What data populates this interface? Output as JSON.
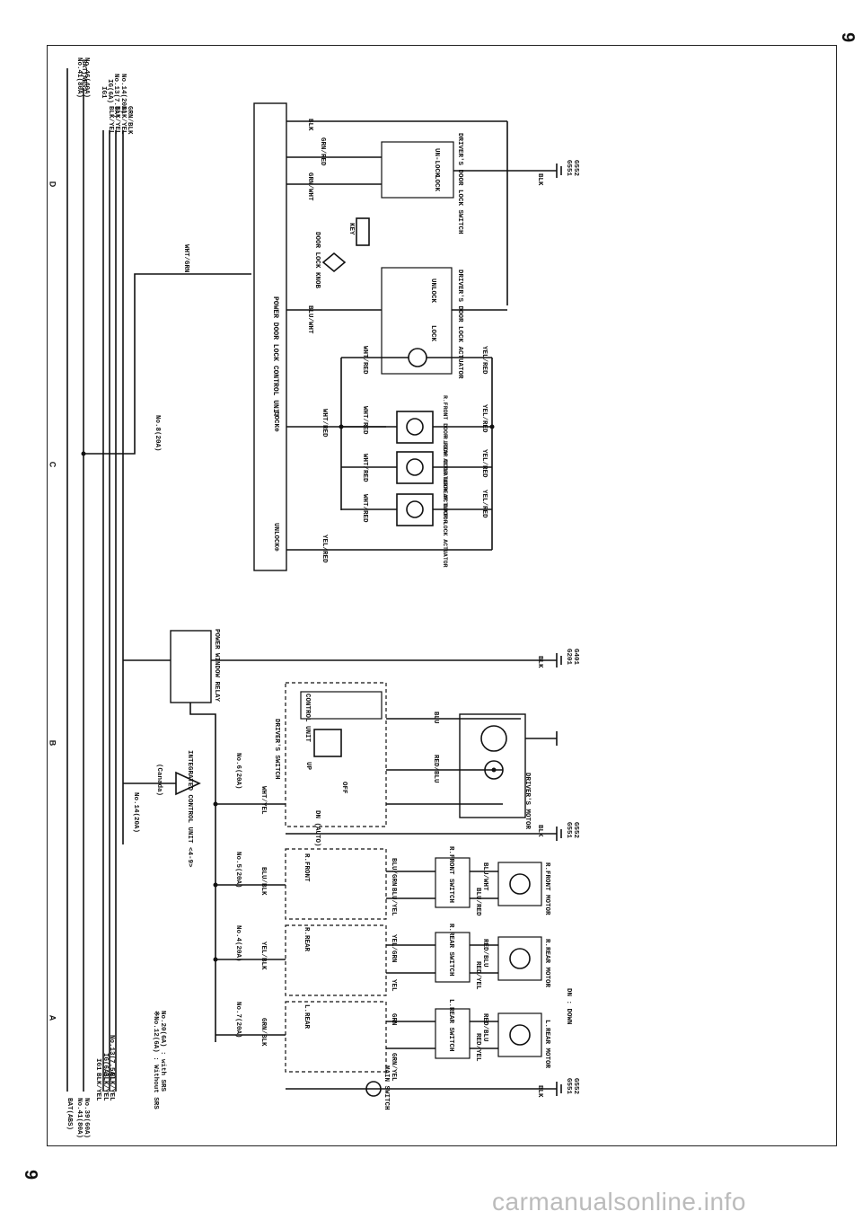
{
  "page_number": "9",
  "zones": [
    "D",
    "C",
    "B",
    "A"
  ],
  "supply": {
    "top": [
      "BAT(ABS)",
      "No.41(80A)",
      "No.46(40A)",
      "BLK/YEL",
      "IG1",
      "BLK/YEL",
      "IG(6A)",
      "BLK/YEL",
      "No.13(7.5A)",
      "GRN/BLK",
      "No.14(20A)"
    ],
    "bottom": [
      "BAT(ABS)",
      "No.41(80A)",
      "No.39(60A)",
      "IG1",
      "BLK/YEL",
      "IG(6A)",
      "BLK/YEL",
      "No.13(7.5A)",
      "BLK/YEL"
    ]
  },
  "door_lock": {
    "control_unit": "POWER DOOR LOCK CONTROL UNIT",
    "unlock_terminal": "UNLOCK⊕",
    "lock_terminal": "LOCK⊕",
    "fuse": "No.8(20A)",
    "wire_feed": "WHT/GRN",
    "wires": [
      "BLK",
      "GRN/WHT",
      "GRN/RED",
      "BLU/WHT",
      "WHT/RED",
      "YEL/RED"
    ],
    "key_label": "KEY",
    "knob_label": "DOOR LOCK KNOB",
    "lock_switch": {
      "name": "DRIVER'S DOOR LOCK SWITCH",
      "lock": "LOCK",
      "unlock": "UN-LOCK"
    },
    "driver_actuator": {
      "name": "DRIVER'S DOOR LOCK ACTUATOR",
      "lock": "LOCK",
      "unlock": "UNLOCK"
    },
    "actuators": [
      "R.FRONT DOOR LOCK ACTUATOR",
      "R.REAR DOOR LOCK ACTUATOR",
      "L.REAR DOOR LOCK ACTUATOR"
    ],
    "grounds": [
      "G551",
      "G552"
    ]
  },
  "power_window": {
    "relay": "POWER WINDOW RELAY",
    "integrated_unit": "INTEGRATED CONTROL UNIT <4-9>",
    "canada": "(Canada)",
    "fuse_relay": "No.14(20A)",
    "fuses": [
      "No.6(20A)",
      "No.5(20A)",
      "No.4(20A)",
      "No.7(20A)"
    ],
    "fuse_note": [
      "※No.12(6A) : Without SRS",
      "No.20(6A) : with SRS"
    ],
    "drivers_switch": "DRIVER'S SWITCH",
    "control_unit": "CONTROL UNIT",
    "positions": [
      "UP",
      "OFF",
      "DN (AUTO)"
    ],
    "driver_motor": "DRIVER'S MOTOR",
    "main_switch": "MAIN SWITCH",
    "sections": [
      "R.FRONT",
      "R.REAR",
      "L.REAR"
    ],
    "switches": [
      "R.FRONT SWITCH",
      "R.REAR SWITCH",
      "L.REAR SWITCH"
    ],
    "motors": [
      "R.FRONT MOTOR",
      "R.REAR MOTOR",
      "L.REAR MOTOR"
    ],
    "wires": [
      "WHT/YEL",
      "BLU/BLK",
      "YEL/BLK",
      "GRN/BLK",
      "RED/BLU",
      "BLU/YEL",
      "BLU/GRN",
      "BLU/RED",
      "BLU/WHT",
      "YEL/GRN",
      "RED/YEL",
      "YEL",
      "GRN/YEL",
      "GRN",
      "BLU",
      "BLK"
    ],
    "dn_note": "DN : DOWN",
    "grounds_relay": [
      "G201",
      "G401"
    ],
    "grounds_motor": [
      "G551",
      "G552"
    ]
  },
  "footer": "carmanualsonline.info"
}
